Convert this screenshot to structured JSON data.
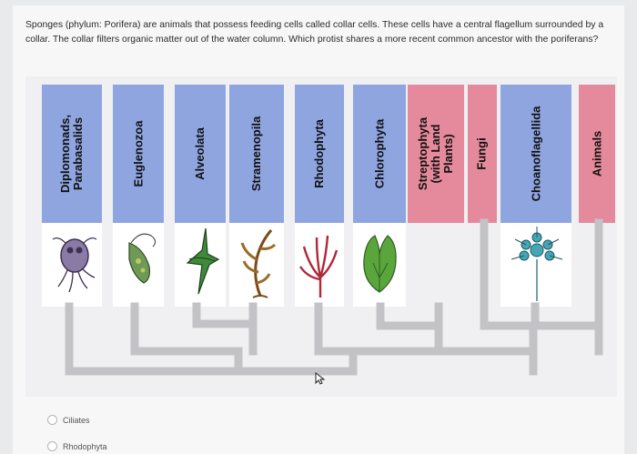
{
  "question": {
    "text": "Sponges (phylum: Porifera) are animals that possess feeding cells called collar cells. These cells have a central flagellum surrounded by a collar. The collar filters organic matter out of the water column. Which protist shares a more recent common ancestor with the poriferans?"
  },
  "groups": [
    {
      "label": "Diplomonads, Parabasalids",
      "color": "#8fa5e0",
      "icon": "diplomonad-cell-icon"
    },
    {
      "label": "Euglenozoa",
      "color": "#8fa5e0",
      "icon": "euglena-cell-icon"
    },
    {
      "label": "Alveolata",
      "color": "#8fa5e0",
      "icon": "dinoflagellate-icon"
    },
    {
      "label": "Stramenopila",
      "color": "#8fa5e0",
      "icon": "brown-algae-icon"
    },
    {
      "label": "Rhodophyta",
      "color": "#8fa5e0",
      "icon": "red-algae-icon"
    },
    {
      "label": "Chlorophyta",
      "color": "#8fa5e0",
      "icon": "green-algae-icon"
    },
    {
      "label": "Streptophyta (with Land Plants)",
      "color": "#e58a9c",
      "icon": ""
    },
    {
      "label": "Fungi",
      "color": "#e58a9c",
      "icon": ""
    },
    {
      "label": "Choanoflagellida",
      "color": "#8fa5e0",
      "icon": "choanoflagellate-colony-icon"
    },
    {
      "label": "Animals",
      "color": "#e58a9c",
      "icon": ""
    }
  ],
  "options": [
    {
      "label": "Ciliates"
    },
    {
      "label": "Rhodophyta"
    }
  ]
}
